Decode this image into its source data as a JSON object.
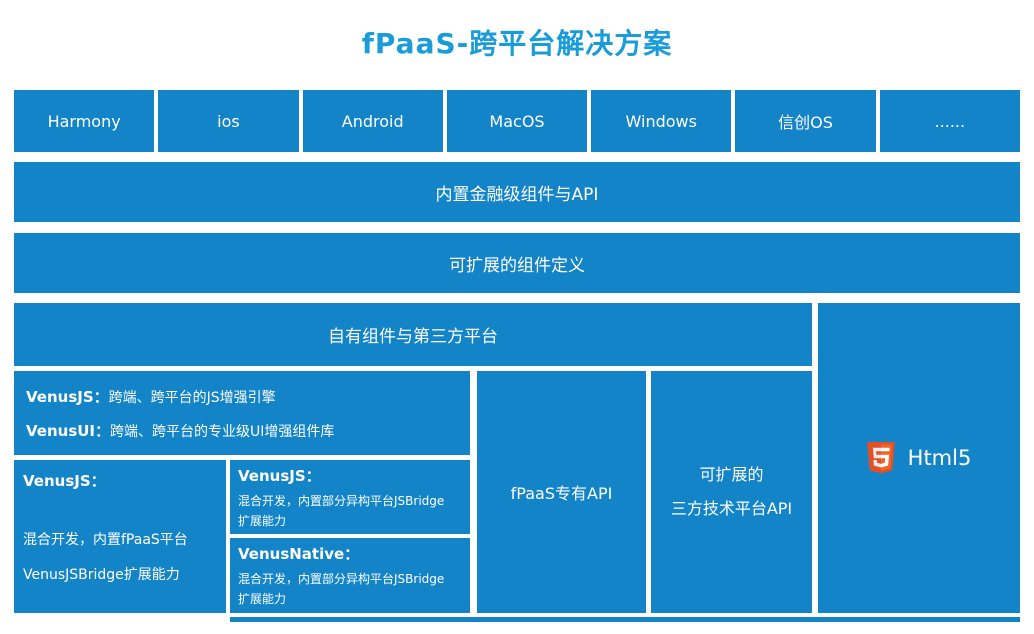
{
  "title": "fPaaS-跨平台解决方案",
  "platforms": [
    "Harmony",
    "ios",
    "Android",
    "MacOS",
    "Windows",
    "信创OS",
    "......"
  ],
  "layers": {
    "builtin_api": "内置金融级组件与API",
    "extensible_definition": "可扩展的组件定义",
    "own_components": "自有组件与第三方平台"
  },
  "venus_engine": {
    "label1": "VenusJS：",
    "text1": "跨端、跨平台的JS增强引擎",
    "label2": "VenusUI：",
    "text2": "跨端、跨平台的专业级UI增强组件库"
  },
  "venus_hybrid": {
    "label": "VenusJS：",
    "line1": "混合开发，内置fPaaS平台",
    "line2": "VenusJSBridge扩展能力"
  },
  "venusjs_bridge": {
    "label": "VenusJS：",
    "line1": "混合开发，内置部分异构平台JSBridge",
    "line2": "扩展能力"
  },
  "venusnative_bridge": {
    "label": "VenusNative：",
    "line1": "混合开发，内置部分异构平台JSBridge",
    "line2": "扩展能力"
  },
  "fpaas_api": "fPaaS专有API",
  "third_party": {
    "line1": "可扩展的",
    "line2": "三方技术平台API"
  },
  "html5_label": "Html5",
  "colors": {
    "box_blue": "#1384c7",
    "title_blue": "#1a9cd9",
    "html5_shield": "#e34f26",
    "html5_shield_light": "#ef652a"
  }
}
